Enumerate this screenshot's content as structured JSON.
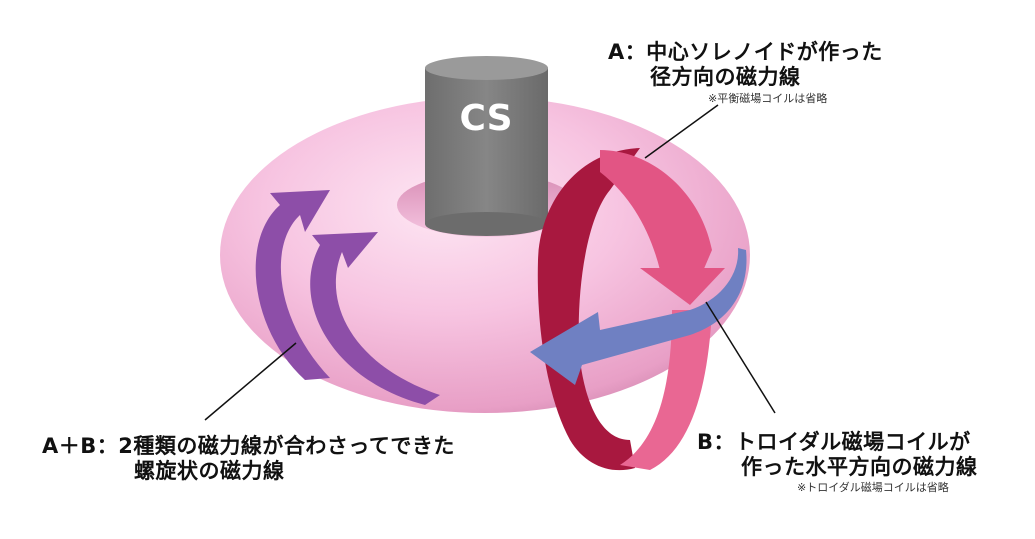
{
  "diagram": {
    "cs_label": "CS",
    "label_a": {
      "line1": "A：中心ソレノイドが作った",
      "line2": "径方向の磁力線",
      "note": "※平衡磁場コイルは省略"
    },
    "label_b": {
      "line1": "B：トロイダル磁場コイルが",
      "line2": "作った水平方向の磁力線",
      "note": "※トロイダル磁場コイルは省略"
    },
    "label_ab": {
      "line1": "A＋B：2種類の磁力線が合わさってできた",
      "line2": "螺旋状の磁力線"
    },
    "colors": {
      "torus": "#f4b3d6",
      "cs": "#7a7a7a",
      "arrow_a": "#e05585",
      "arrow_a_back": "#b01c48",
      "arrow_b": "#6f80c2",
      "arrow_ab": "#8d4ea8"
    }
  }
}
